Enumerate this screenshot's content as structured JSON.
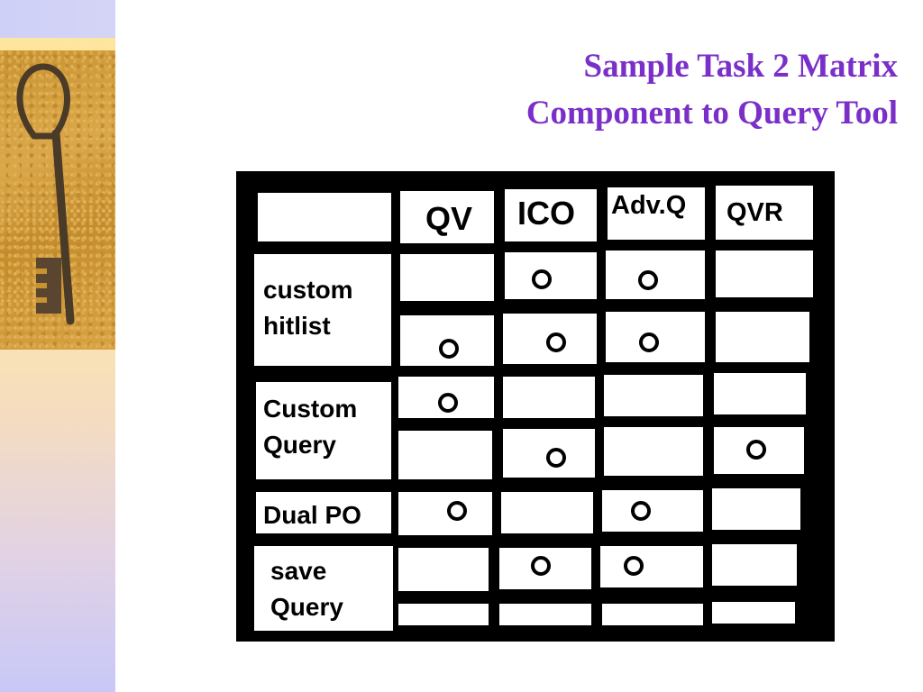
{
  "slide": {
    "title_line1": "Sample Task 2 Matrix",
    "title_line2": "Component to Query Tool"
  },
  "matrix": {
    "columns": [
      "QV",
      "ICO",
      "Adv.Q",
      "QVR"
    ],
    "rows": [
      {
        "label_line1": "custom",
        "label_line2": "hitlist"
      },
      {
        "label_line1": "Custom",
        "label_line2": "Query"
      },
      {
        "label_line1": "Dual PO",
        "label_line2": ""
      },
      {
        "label_line1": "save",
        "label_line2": "Query"
      }
    ]
  },
  "decor": {
    "accent_color": "#7a2fc8",
    "image": "key-on-sand-photo"
  }
}
